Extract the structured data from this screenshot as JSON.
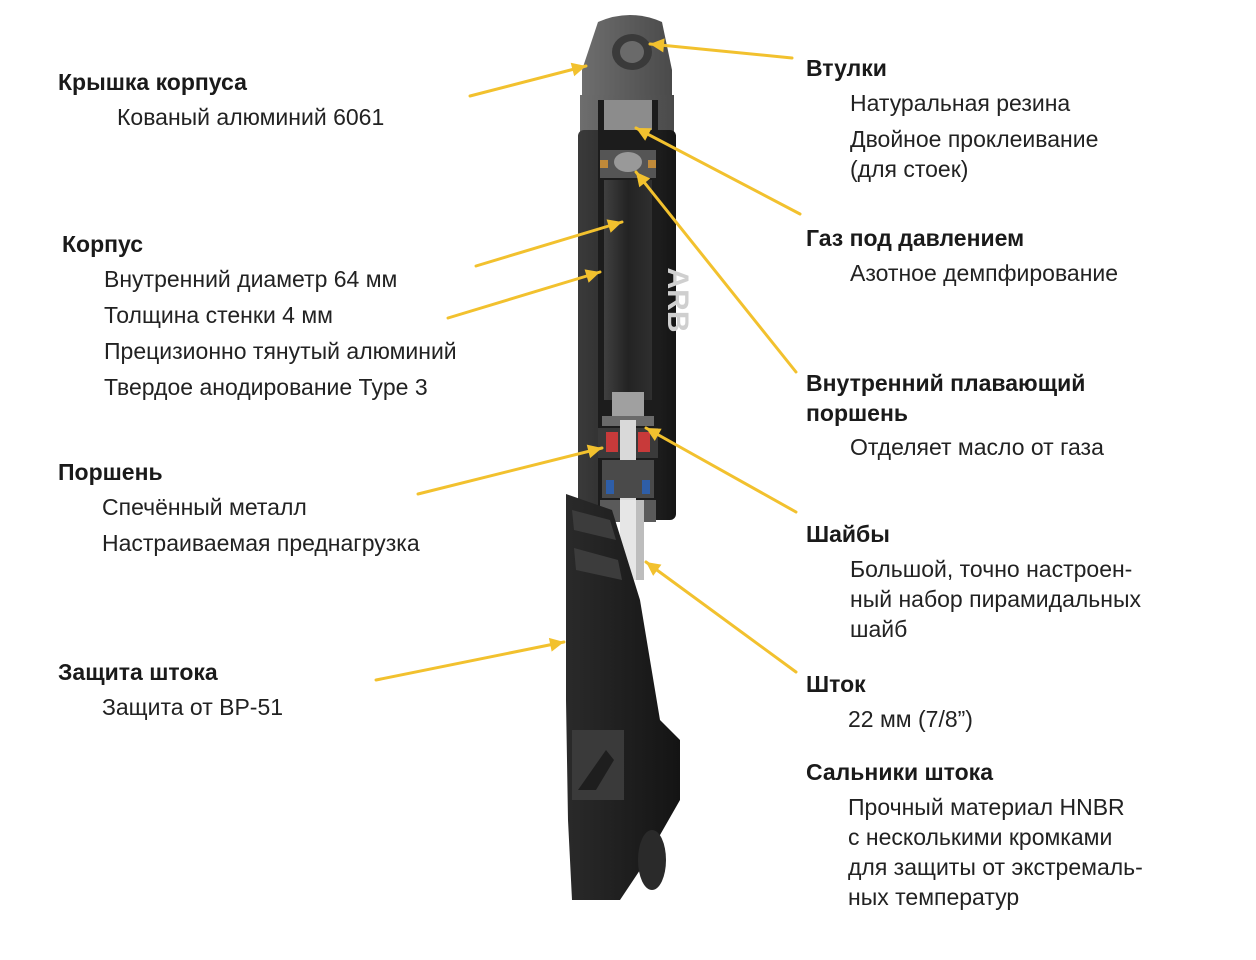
{
  "left": [
    {
      "title": "Крышка корпуса",
      "items": [
        "Кованый алюминий 6061"
      ]
    },
    {
      "title": "Корпус",
      "items": [
        "Внутренний диаметр 64 мм",
        "Толщина стенки 4 мм",
        "Прецизионно тянутый алюминий",
        "Твердое анодирование Type 3"
      ]
    },
    {
      "title": "Поршень",
      "items": [
        "Спечённый металл",
        "Настраиваемая преднагрузка"
      ]
    },
    {
      "title": "Защита штока",
      "items": [
        "Защита от BP-51"
      ]
    }
  ],
  "right": [
    {
      "title": "Втулки",
      "items": [
        "Натуральная резина",
        "Двойное проклеивание\n(для стоек)"
      ]
    },
    {
      "title": "Газ под давлением",
      "items": [
        "Азотное демпфирование"
      ]
    },
    {
      "title": "Внутренний плавающий\nпоршень",
      "items": [
        "Отделяет масло от газа"
      ]
    },
    {
      "title": "Шайбы",
      "items": [
        "Большой, точно настроен-\nный набор пирамидальных\nшайб"
      ]
    },
    {
      "title": "Шток",
      "items": [
        "22 мм (7/8”)"
      ]
    },
    {
      "title": "Сальники штока",
      "items": [
        "Прочный материал HNBR\nс несколькими кромками\nдля защиты от экстремаль-\nных температур"
      ]
    }
  ],
  "colors": {
    "arrow": "#f2c12e",
    "body": "#2b2b2b",
    "cap": "#5a5a5a",
    "guard": "#1e1e1e"
  }
}
